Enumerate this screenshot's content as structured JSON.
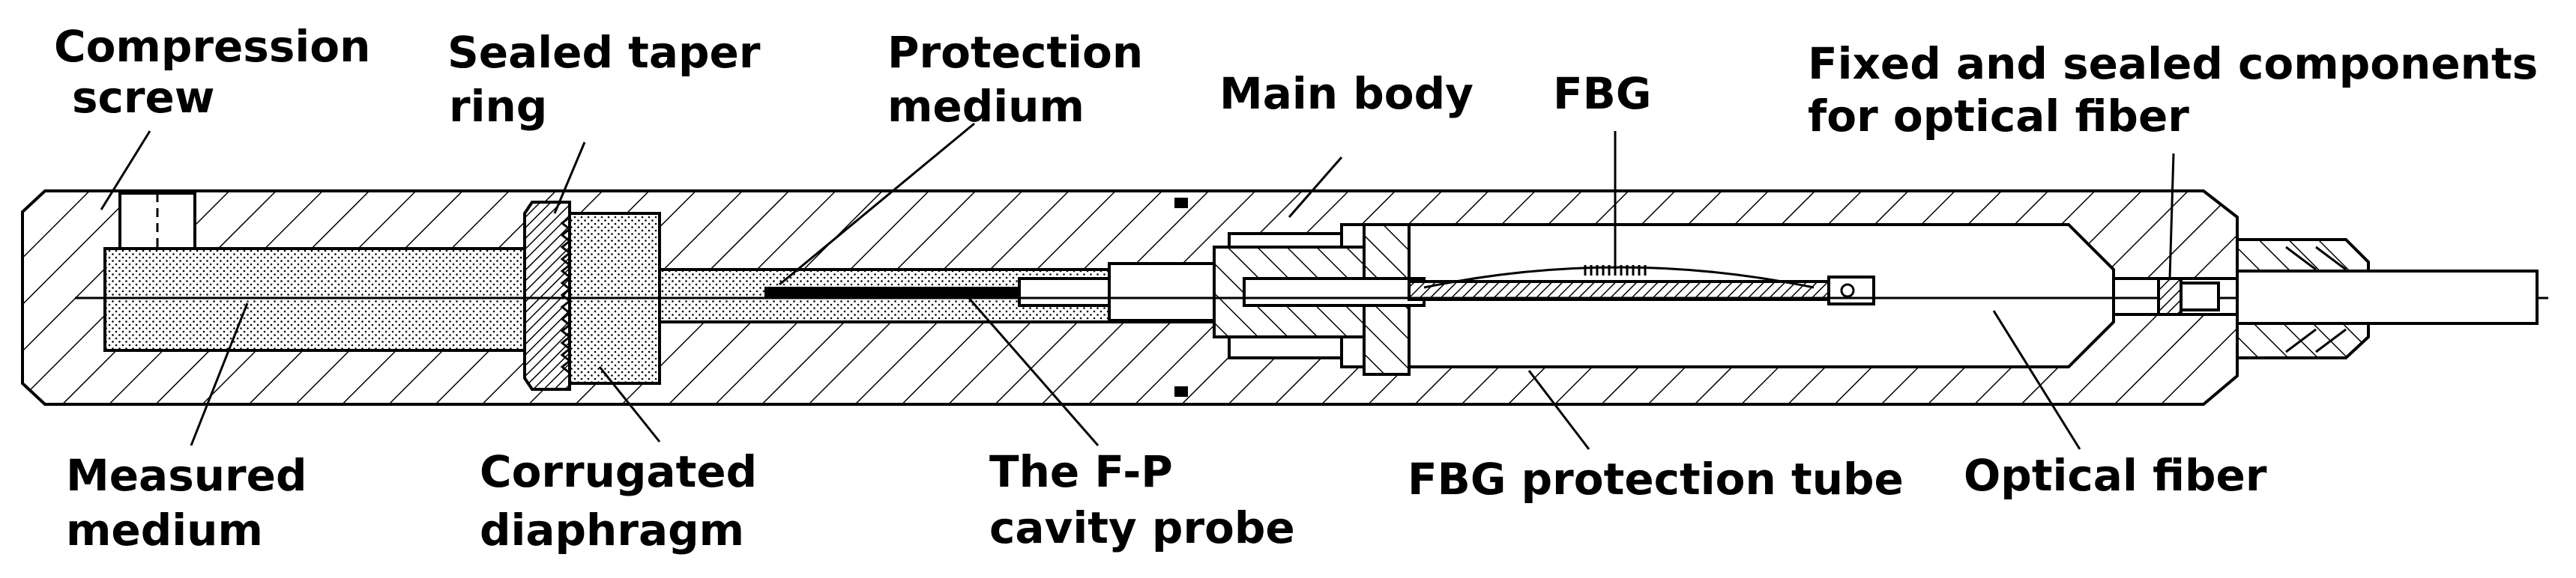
{
  "labels": {
    "compression_screw": [
      "Compression",
      "screw"
    ],
    "sealed_taper_ring": [
      "Sealed taper",
      "ring"
    ],
    "protection_medium": [
      "Protection",
      "medium"
    ],
    "main_body": "Main body",
    "fbg": "FBG",
    "fixed_sealed": [
      "Fixed and sealed components",
      "for optical fiber"
    ],
    "measured_medium": [
      "Measured",
      "medium"
    ],
    "corrugated_diaphragm": [
      "Corrugated",
      "diaphragm"
    ],
    "fp_probe": [
      "The F-P",
      "cavity probe"
    ],
    "fbg_tube": "FBG protection tube",
    "optical_fiber": "Optical fiber"
  }
}
